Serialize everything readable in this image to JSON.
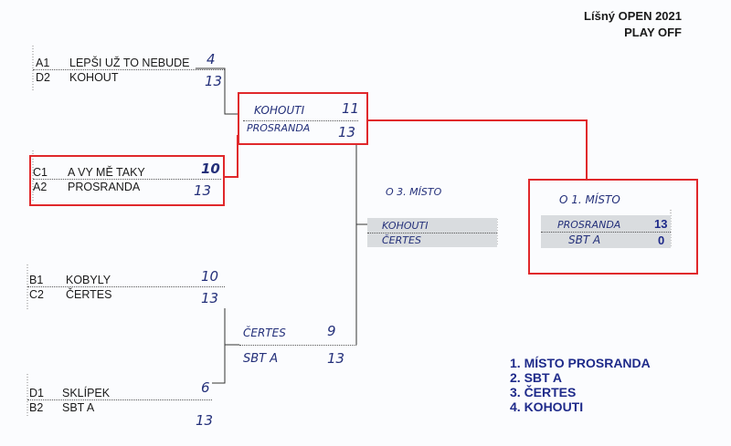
{
  "header": {
    "title": "Líšný OPEN 2021",
    "subtitle": "PLAY OFF"
  },
  "round1": [
    {
      "top": {
        "seed": "A1",
        "team": "LEPŠI UŽ TO NEBUDE",
        "score": "4"
      },
      "bottom": {
        "seed": "D2",
        "team": "KOHOUT",
        "score": "13"
      }
    },
    {
      "top": {
        "seed": "C1",
        "team": "A VY MĚ TAKY",
        "score": "10"
      },
      "bottom": {
        "seed": "A2",
        "team": "PROSRANDA",
        "score": "13"
      }
    },
    {
      "top": {
        "seed": "B1",
        "team": "KOBYLY",
        "score": "10"
      },
      "bottom": {
        "seed": "C2",
        "team": "ČERTES",
        "score": "13"
      }
    },
    {
      "top": {
        "seed": "D1",
        "team": "SKLÍPEK",
        "score": "6"
      },
      "bottom": {
        "seed": "B2",
        "team": "SBT A",
        "score": "13"
      }
    }
  ],
  "semi": [
    {
      "top": {
        "team": "KOHOUTI",
        "score": "11"
      },
      "bottom": {
        "team": "PROSRANDA",
        "score": "13"
      }
    },
    {
      "top": {
        "team": "ČERTES",
        "score": "9"
      },
      "bottom": {
        "team": "SBT A",
        "score": "13"
      }
    }
  ],
  "third_place": {
    "label": "O 3. MÍSTO",
    "top": "KOHOUTI",
    "bottom": "ČERTES"
  },
  "final": {
    "label": "O 1. MÍSTO",
    "top": {
      "team": "PROSRANDA",
      "score": "13"
    },
    "bottom": {
      "team": "SBT A",
      "score": "0"
    }
  },
  "results": [
    "1. MÍSTO  PROSRANDA",
    "2. SBT A",
    "3. ČERTES",
    "4. KOHOUTI"
  ],
  "colors": {
    "highlight": "#e0282b",
    "ink": "#24307a",
    "results": "#1e2a8a"
  }
}
